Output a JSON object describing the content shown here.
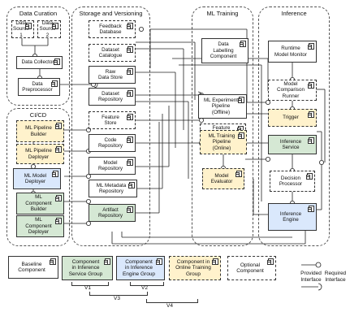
{
  "groups": {
    "data_curation": "Data Curation",
    "storage": "Storage and Versioning",
    "ml_training": "ML Training",
    "inference": "Inference",
    "cicd": "CI/CD"
  },
  "components": {
    "data_source_1": "Data\nSource 1",
    "data_source_2": "Data\nSource 2",
    "data_collector": "Data Collector",
    "data_preprocessor": "Data\nPreprocessor",
    "feedback_db": "Feedback\nDatabase",
    "dataset_catalogue": "Dataset\nCatalogue",
    "raw_data_store": "Raw\nData Store",
    "dataset_repository": "Dataset\nRepository",
    "feature_store": "Feature\nStore",
    "code_repository": "Code\nRepository",
    "model_repository": "Model\nRepository",
    "ml_metadata_repository": "ML Metadata\nRepository",
    "artifact_repository": "Artifact\nRepository",
    "ml_pipeline_builder": "ML Pipeline\nBuilder",
    "ml_pipeline_deployer": "ML Pipeline\nDeployer",
    "ml_model_deployer": "ML Model\nDeployer",
    "ml_component_builder": "ML\nComponent\nBuilder",
    "ml_component_deployer": "ML\nComponent\nDeployer",
    "data_labelling": "Data\nLabelling\nComponent",
    "ml_experiment_pipeline": "ML Experiment\nPipeline\n(Offline)",
    "feature_engineering_pipeline": "Feature\nEngineering\nPipeline",
    "ml_training_pipeline": "ML Training\nPipeline\n(Online)",
    "model_evaluator": "Model\nEvaluator",
    "runtime_model_monitor": "Runtime\nModel Monitor",
    "model_comparison_runner": "Model\nComparison\nRunner",
    "trigger": "Trigger",
    "inference_service": "Inference\nService",
    "decision_processor": "Decision\nProcessor",
    "inference_engine": "Inference\nEngine"
  },
  "legend": {
    "baseline": "Baseline\nComponent",
    "inference_service_group": "Component\nin Inference\nService Group",
    "inference_engine_group": "Component\nin Inference\nEngine Group",
    "online_training_group": "Component in\nOnline Training\nGroup",
    "optional": "Optional\nComponent",
    "provided": "Provided\nInterface",
    "required": "Required\nInterface"
  },
  "variants": {
    "v1": "V1",
    "v2": "V2",
    "v3": "V3",
    "v4": "V4"
  },
  "colors": {
    "green": "#d5e8d4",
    "blue": "#dae8fc",
    "yellow": "#fff2cc"
  }
}
